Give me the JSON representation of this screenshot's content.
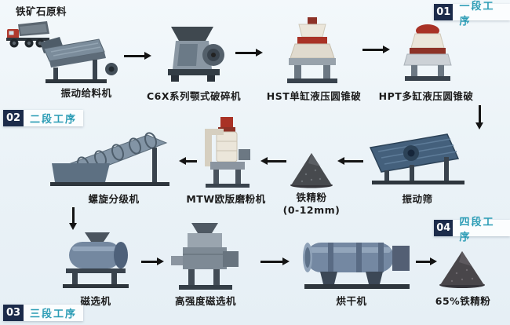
{
  "badges": {
    "stage1": {
      "number": "01",
      "label": "一段工序"
    },
    "stage2": {
      "number": "02",
      "label": "二段工序"
    },
    "stage3": {
      "number": "03",
      "label": "三段工序"
    },
    "stage4": {
      "number": "04",
      "label": "四段工序"
    }
  },
  "labels": {
    "raw_material": "铁矿石原料",
    "vibrating_feeder": "振动给料机",
    "jaw_crusher": "C6X系列颚式破碎机",
    "hst_cone_crusher": "HST单缸液压圆锥破",
    "hpt_cone_crusher": "HPT多缸液压圆锥破",
    "spiral_classifier": "螺旋分级机",
    "mtw_mill": "MTW欧版磨粉机",
    "iron_powder": "铁精粉",
    "iron_powder_size": "(0-12mm)",
    "vibrating_screen": "振动筛",
    "magnetic_separator": "磁选机",
    "high_intensity_magnetic_separator": "高强度磁选机",
    "dryer": "烘干机",
    "final_product": "65%铁精粉"
  },
  "colors": {
    "background": "#edf4f8",
    "badge_number_bg": "#1c2b4a",
    "badge_number_text": "#ffffff",
    "badge_label_text": "#2b9cb5",
    "arrow": "#141414",
    "label_text": "#1c1c1c"
  }
}
